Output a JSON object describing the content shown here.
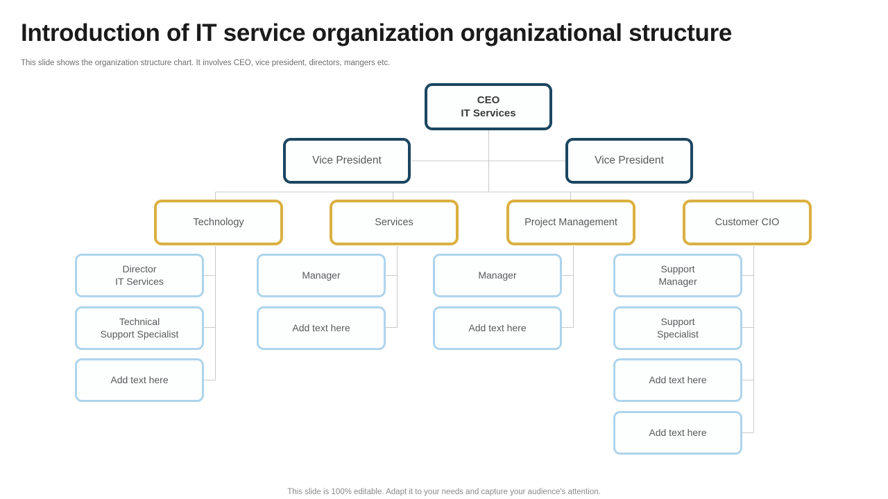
{
  "slide": {
    "title": "Introduction of IT service organization organizational structure",
    "subtitle": "This slide shows the organization structure chart. It involves CEO, vice president, directors, mangers etc.",
    "footer": "This slide is 100% editable. Adapt it to your needs and capture your audience's attention."
  },
  "colors": {
    "navy": "#1b4660",
    "gold": "#dbb040",
    "sky": "#aed4ec",
    "connector": "#c9c9c9",
    "text": "#58595b",
    "title": "#1a1a1a"
  },
  "chart_data": {
    "type": "org-chart",
    "levels": [
      "executive",
      "vice-president",
      "department",
      "staff"
    ],
    "nodes": {
      "ceo": {
        "label": "CEO\nIT Services",
        "level": "executive",
        "style": "navy"
      },
      "vp_left": {
        "label": "Vice President",
        "level": "vice-president",
        "style": "navy"
      },
      "vp_right": {
        "label": "Vice President",
        "level": "vice-president",
        "style": "navy"
      },
      "dept_1": {
        "label": "Technology",
        "level": "department",
        "style": "gold"
      },
      "dept_2": {
        "label": "Services",
        "level": "department",
        "style": "gold"
      },
      "dept_3": {
        "label": "Project Management",
        "level": "department",
        "style": "gold"
      },
      "dept_4": {
        "label": "Customer CIO",
        "level": "department",
        "style": "gold"
      },
      "c1_r1": {
        "label": "Director\nIT Services",
        "level": "staff",
        "style": "sky"
      },
      "c1_r2": {
        "label": "Technical\nSupport Specialist",
        "level": "staff",
        "style": "sky"
      },
      "c1_r3": {
        "label": "Add text here",
        "level": "staff",
        "style": "sky"
      },
      "c2_r1": {
        "label": "Manager",
        "level": "staff",
        "style": "sky"
      },
      "c2_r2": {
        "label": "Add text here",
        "level": "staff",
        "style": "sky"
      },
      "c3_r1": {
        "label": "Manager",
        "level": "staff",
        "style": "sky"
      },
      "c3_r2": {
        "label": "Add text here",
        "level": "staff",
        "style": "sky"
      },
      "c4_r1": {
        "label": "Support\nManager",
        "level": "staff",
        "style": "sky"
      },
      "c4_r2": {
        "label": "Support\nSpecialist",
        "level": "staff",
        "style": "sky"
      },
      "c4_r3": {
        "label": "Add text here",
        "level": "staff",
        "style": "sky"
      },
      "c4_r4": {
        "label": "Add text here",
        "level": "staff",
        "style": "sky"
      }
    },
    "edges": [
      {
        "from": "ceo",
        "to": "vp_left"
      },
      {
        "from": "ceo",
        "to": "vp_right"
      },
      {
        "from": "ceo",
        "to": "dept_1"
      },
      {
        "from": "ceo",
        "to": "dept_2"
      },
      {
        "from": "ceo",
        "to": "dept_3"
      },
      {
        "from": "ceo",
        "to": "dept_4"
      },
      {
        "from": "dept_1",
        "to": "c1_r1"
      },
      {
        "from": "dept_1",
        "to": "c1_r2"
      },
      {
        "from": "dept_1",
        "to": "c1_r3"
      },
      {
        "from": "dept_2",
        "to": "c2_r1"
      },
      {
        "from": "dept_2",
        "to": "c2_r2"
      },
      {
        "from": "dept_3",
        "to": "c3_r1"
      },
      {
        "from": "dept_3",
        "to": "c3_r2"
      },
      {
        "from": "dept_4",
        "to": "c4_r1"
      },
      {
        "from": "dept_4",
        "to": "c4_r2"
      },
      {
        "from": "dept_4",
        "to": "c4_r3"
      },
      {
        "from": "dept_4",
        "to": "c4_r4"
      }
    ]
  }
}
